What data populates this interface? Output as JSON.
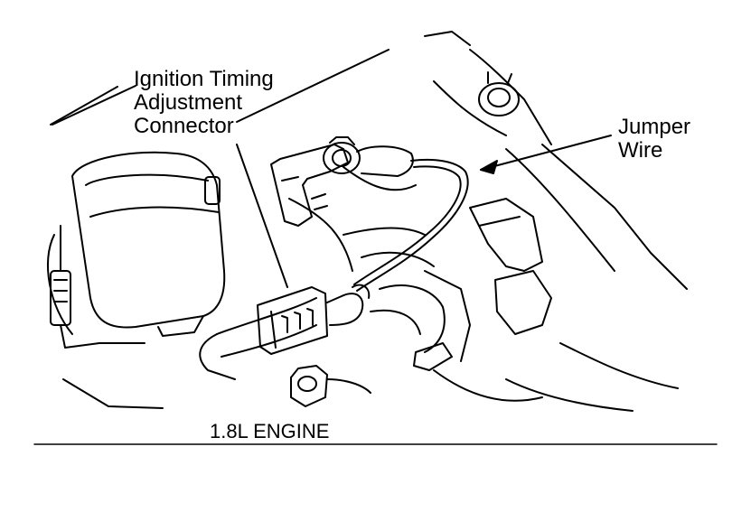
{
  "callouts": {
    "ignition_connector": {
      "line1": "Ignition Timing",
      "line2": "Adjustment",
      "line3": "Connector"
    },
    "jumper_wire": {
      "line1": "Jumper",
      "line2": "Wire"
    }
  },
  "caption": "1.8L ENGINE",
  "colors": {
    "ink": "#000000",
    "paper": "#ffffff"
  }
}
